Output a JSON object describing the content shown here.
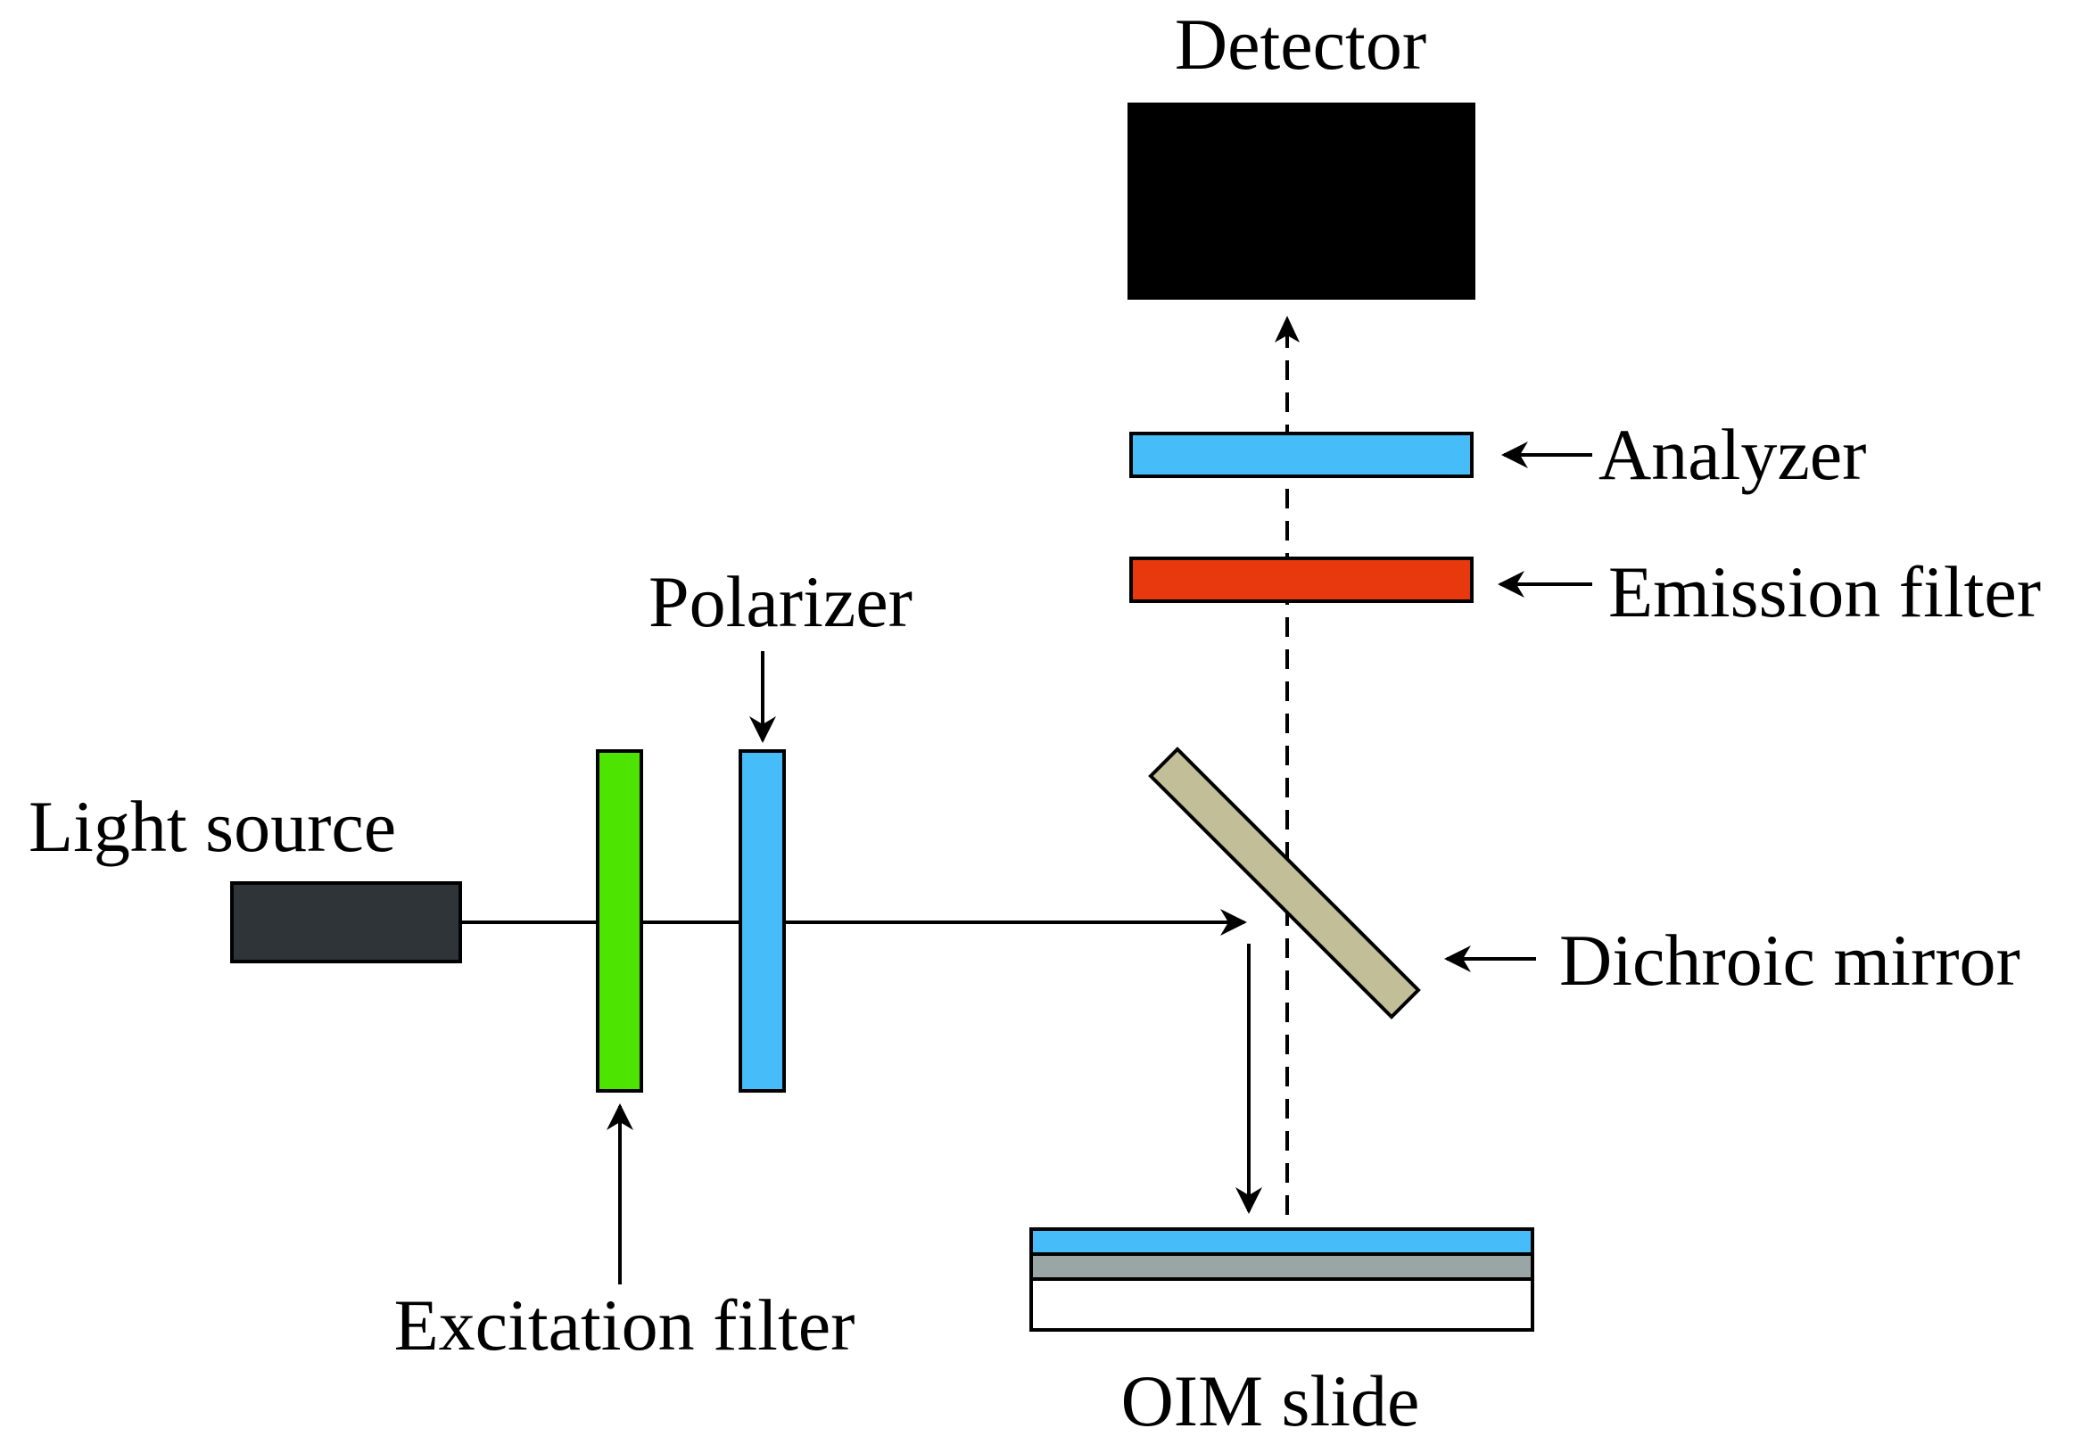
{
  "labels": {
    "detector": "Detector",
    "analyzer": "Analyzer",
    "emission_filter": "Emission filter",
    "polarizer": "Polarizer",
    "light_source": "Light source",
    "dichroic_mirror": "Dichroic mirror",
    "excitation_filter": "Excitation filter",
    "oim_slide": "OIM slide"
  },
  "colors": {
    "detector": "#000000",
    "light_source": "#2e3438",
    "excitation_filter": "#4ce400",
    "polarizer": "#46bcf8",
    "analyzer": "#46bcf8",
    "emission_filter": "#e8390e",
    "dichroic_mirror": "#c2bf98",
    "slide_top_layer": "#46bcf8",
    "slide_mid_layer": "#9aa6a6",
    "slide_base": "#ffffff"
  }
}
